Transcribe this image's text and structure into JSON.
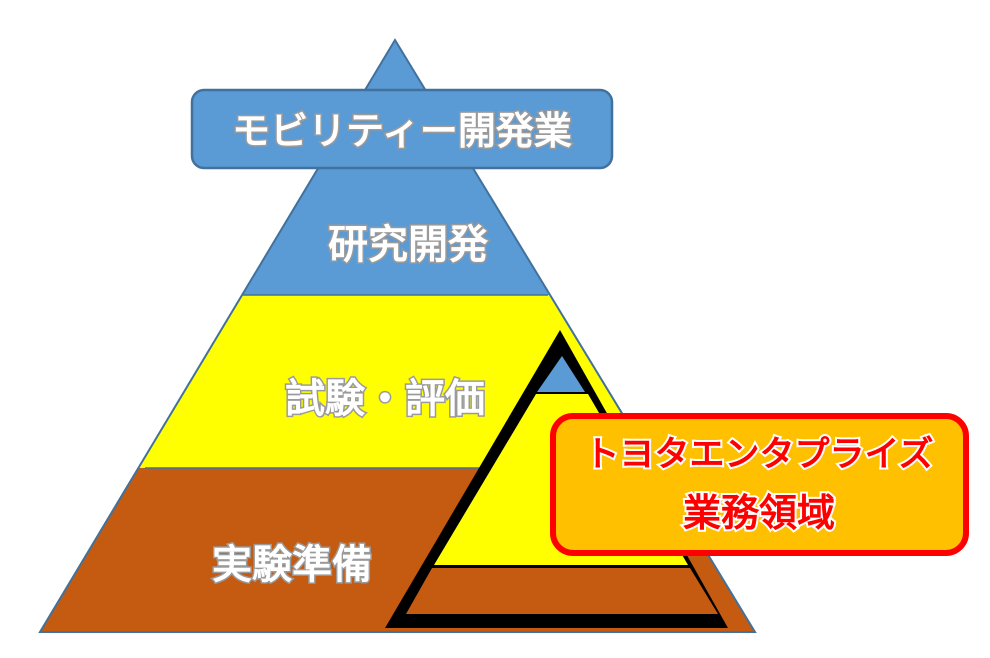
{
  "diagram": {
    "top_banner": "モビリティー開発業",
    "layers": [
      {
        "id": "research",
        "label": "研究開発"
      },
      {
        "id": "testing",
        "label": "試験・評価"
      },
      {
        "id": "preparation",
        "label": "実験準備"
      }
    ],
    "callout": {
      "line1": "トヨタエンタプライズ",
      "line2": "業務領域"
    }
  },
  "colors": {
    "research_blue": "#5b9bd5",
    "testing_yellow": "#ffff00",
    "preparation_brown": "#c55a11",
    "banner_stroke": "#41719c",
    "callout_fill": "#ffc000",
    "callout_border": "#ff0000",
    "highlight_border": "#000000"
  }
}
